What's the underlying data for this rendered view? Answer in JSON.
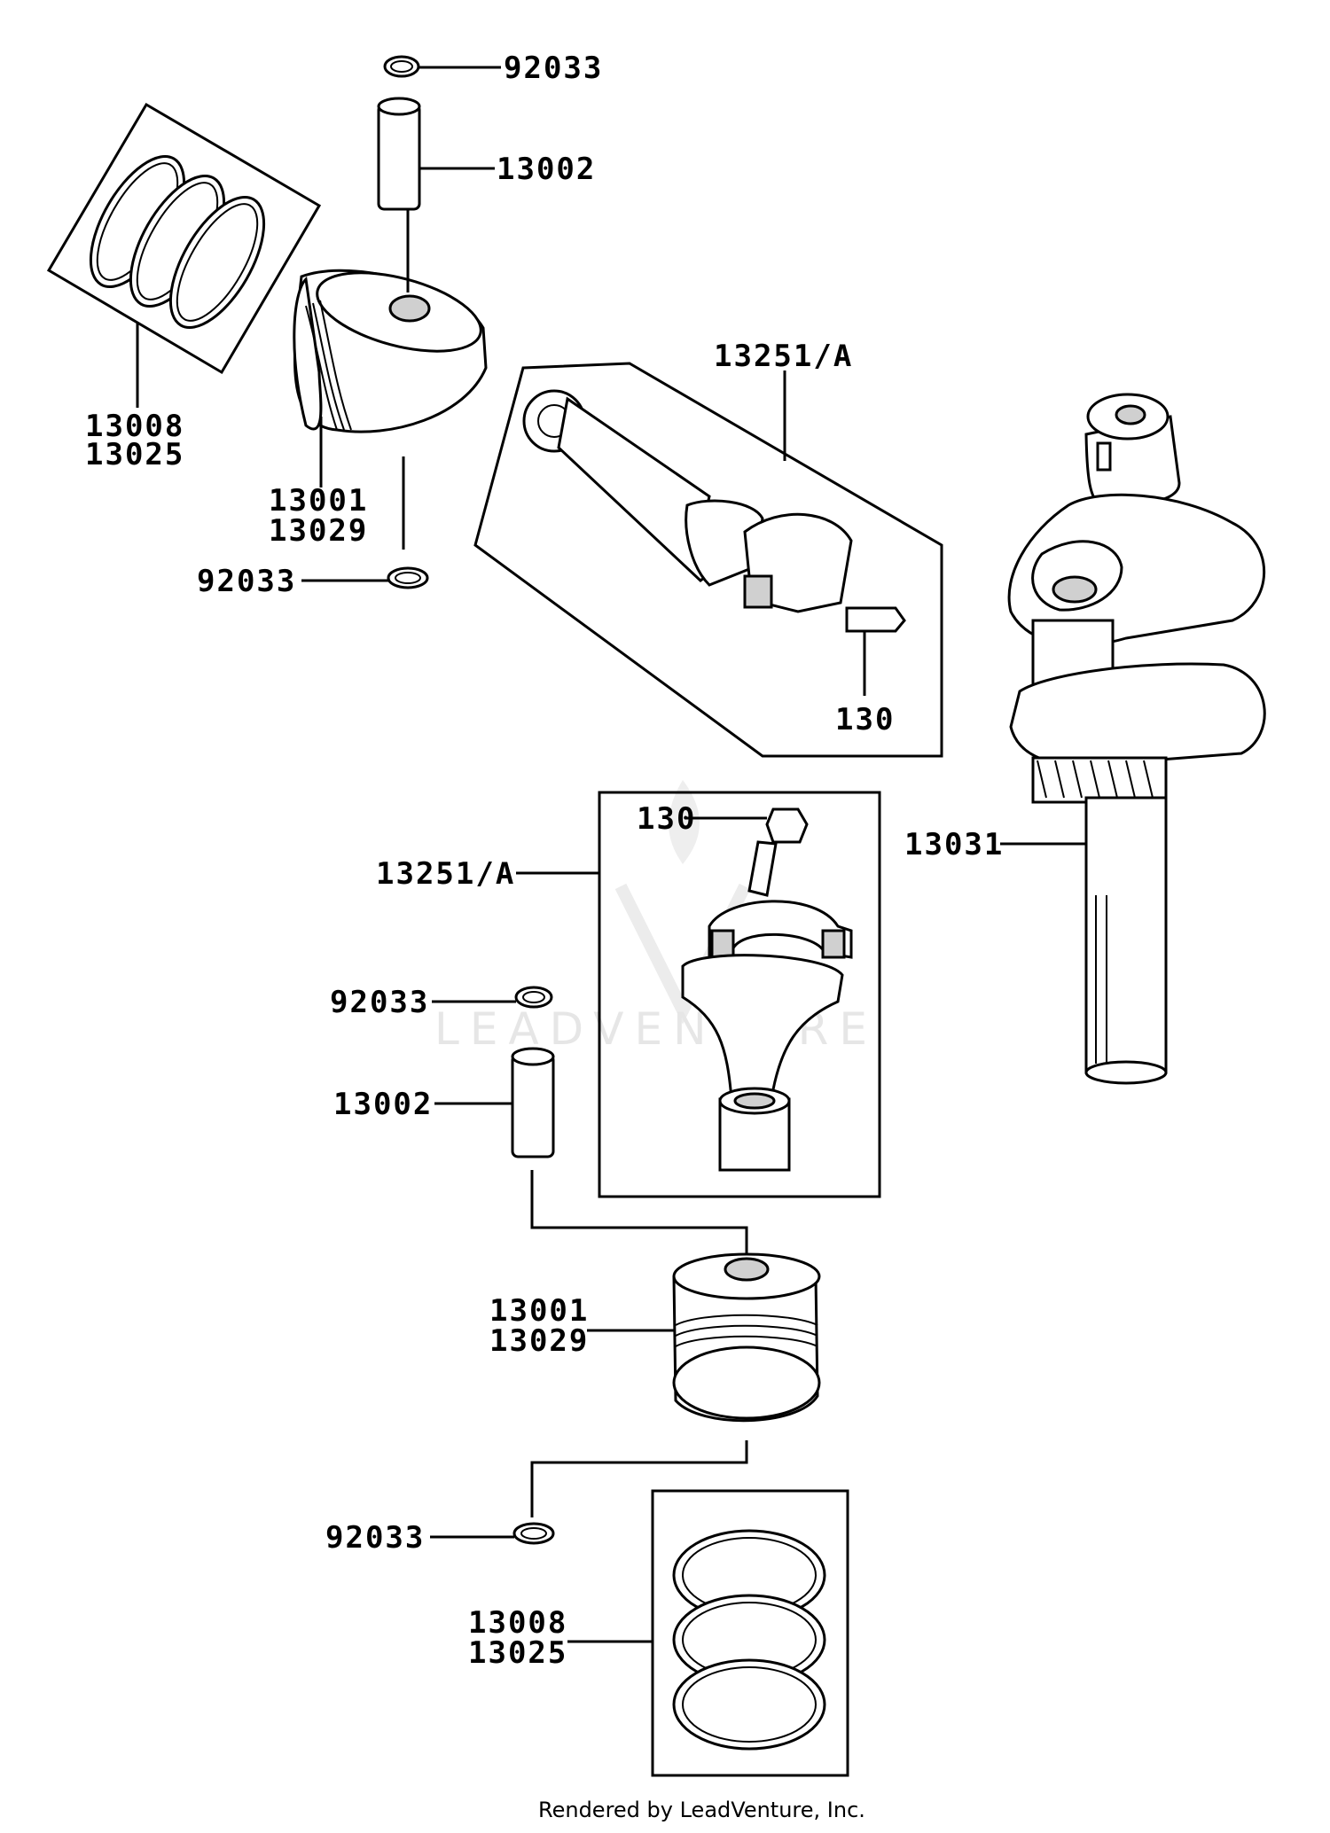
{
  "labels": {
    "ring_top_upper": "92033",
    "pin_top": "13002",
    "rings_top_a": "13008",
    "rings_top_b": "13025",
    "piston_top_a": "13001",
    "piston_top_b": "13029",
    "ring_top_lower": "92033",
    "rod_top": "13251/A",
    "bolt_top": "130",
    "crank": "13031",
    "bolt_bottom": "130",
    "rod_bottom": "13251/A",
    "ring_bottom_upper": "92033",
    "pin_bottom": "13002",
    "piston_bottom_a": "13001",
    "piston_bottom_b": "13029",
    "ring_bottom_lower": "92033",
    "rings_bottom_a": "13008",
    "rings_bottom_b": "13025"
  },
  "watermark": "LEADVENTURE",
  "footer": "Rendered by LeadVenture, Inc."
}
